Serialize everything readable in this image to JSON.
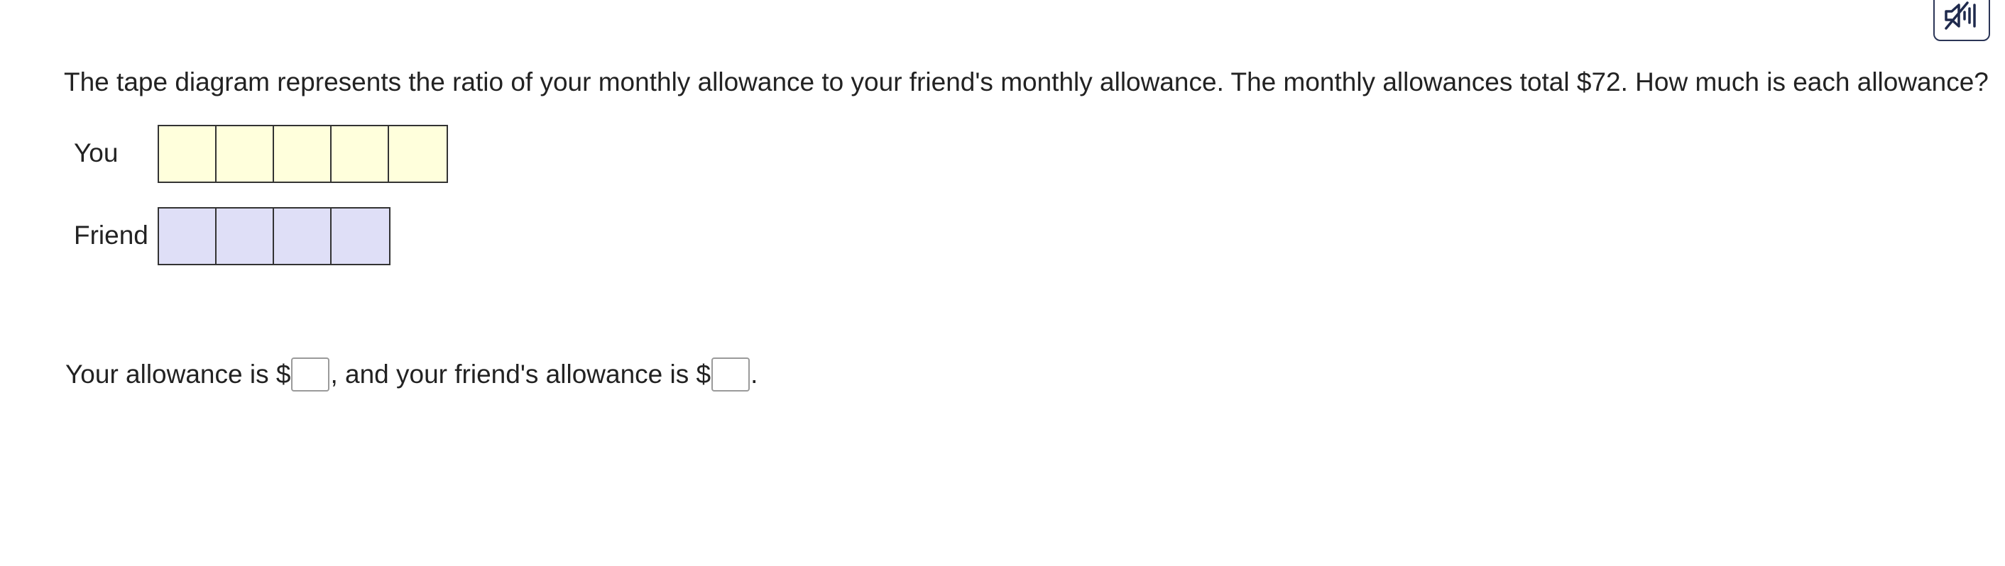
{
  "audio_button": {
    "icon": "speaker-muted-icon"
  },
  "question": {
    "text": "The tape diagram represents the ratio of your monthly allowance to your friend's monthly allowance. The monthly allowances total $72. How much is each allowance?"
  },
  "tape_diagram": {
    "rows": [
      {
        "label": "You",
        "units": 5,
        "color": "#ffffdc"
      },
      {
        "label": "Friend",
        "units": 4,
        "color": "#dfdff7"
      }
    ],
    "border_color": "#333333"
  },
  "answer": {
    "part1": "Your allowance is $",
    "input1_value": "",
    "part2": ", and your friend's allowance is $",
    "input2_value": "",
    "part3": "."
  }
}
